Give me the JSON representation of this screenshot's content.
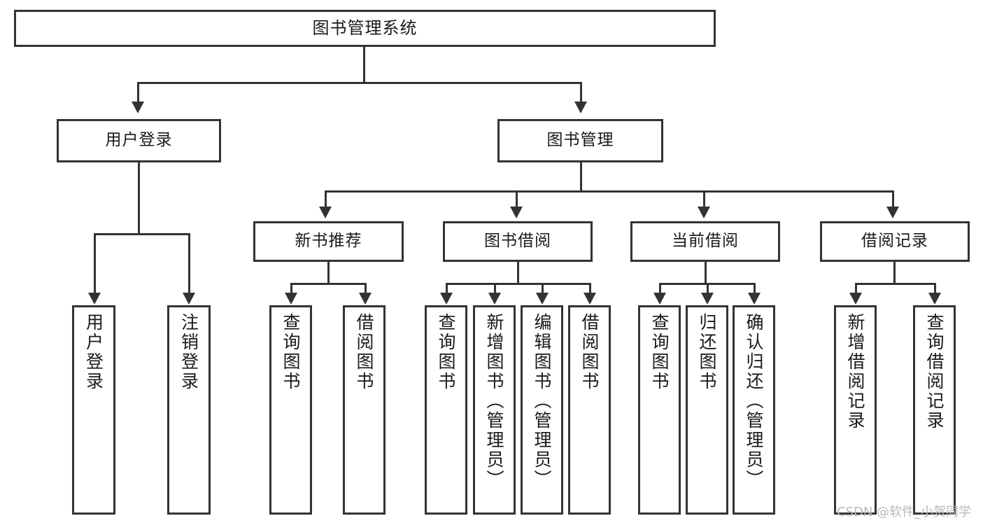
{
  "diagram": {
    "type": "tree-hierarchy-chart",
    "title": "图书管理系统",
    "watermark": "CSDN @软件_小贺同学",
    "colors": {
      "stroke": "#333333",
      "fill": "#ffffff",
      "text": "#1a1a1a",
      "watermark": "#b9b9b9"
    },
    "nodes": {
      "root": {
        "label": "图书管理系统"
      },
      "level2": [
        {
          "label": "用户登录"
        },
        {
          "label": "图书管理"
        }
      ],
      "level3": [
        {
          "label": "新书推荐"
        },
        {
          "label": "图书借阅"
        },
        {
          "label": "当前借阅"
        },
        {
          "label": "借阅记录"
        }
      ],
      "leaves": {
        "user_login": [
          {
            "label": "用户登录"
          },
          {
            "label": "注销登录"
          }
        ],
        "new_book_recommend": [
          {
            "label": "查询图书"
          },
          {
            "label": "借阅图书"
          }
        ],
        "book_borrow": [
          {
            "label": "查询图书"
          },
          {
            "label": "新增图书（管理员）"
          },
          {
            "label": "编辑图书（管理员）"
          },
          {
            "label": "借阅图书"
          }
        ],
        "current_borrow": [
          {
            "label": "查询图书"
          },
          {
            "label": "归还图书"
          },
          {
            "label": "确认归还（管理员）"
          }
        ],
        "borrow_record": [
          {
            "label": "新增借阅记录"
          },
          {
            "label": "查询借阅记录"
          }
        ]
      }
    }
  }
}
